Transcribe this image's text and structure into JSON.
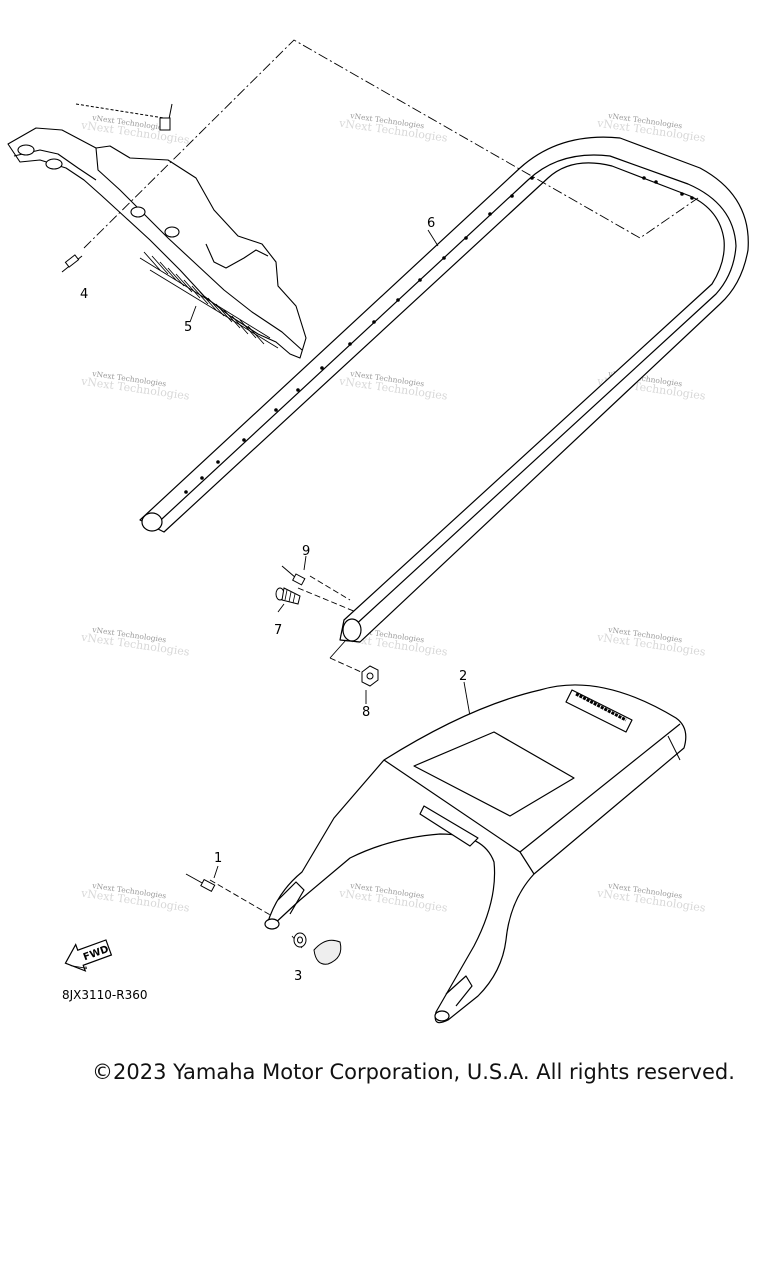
{
  "callouts": [
    "1",
    "2",
    "3",
    "4",
    "5",
    "6",
    "7",
    "8",
    "9"
  ],
  "watermark": "vNext Technologies",
  "fwd_label": "FWD",
  "drawing_code": "8JX3110-R360",
  "copyright": "©2023 Yamaha Motor Corporation, U.S.A. All rights reserved."
}
